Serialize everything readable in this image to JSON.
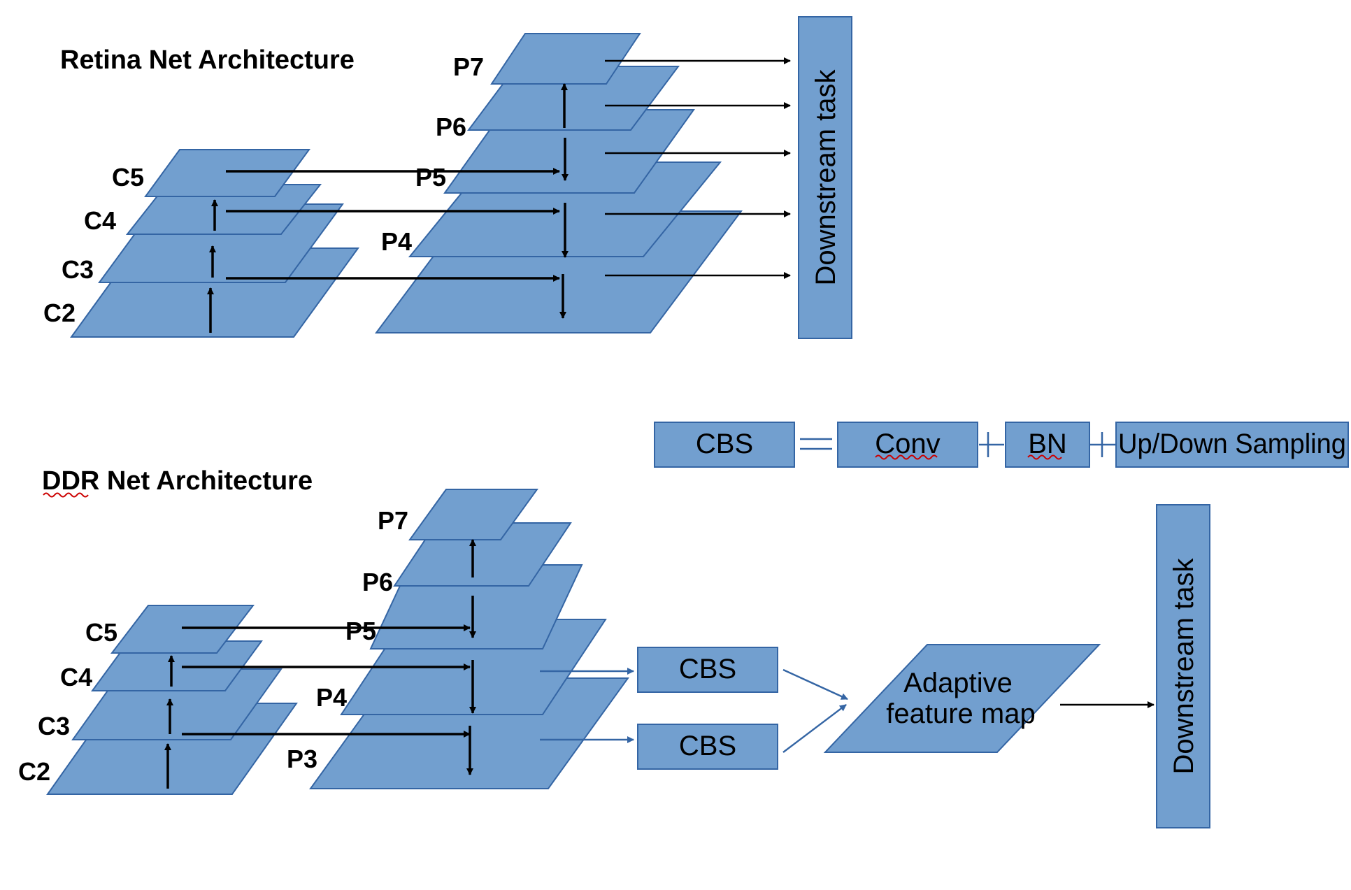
{
  "retina": {
    "title": "Retina Net Architecture",
    "c_labels": [
      "C5",
      "C4",
      "C3",
      "C2"
    ],
    "p_labels": [
      "P7",
      "P6",
      "P5",
      "P4"
    ],
    "downstream": "Downstream task"
  },
  "legend": {
    "cbs": "CBS",
    "equals": "=",
    "conv": "Conv",
    "plus": "+",
    "bn": "BN",
    "sampling": "Up/Down Sampling"
  },
  "ddr": {
    "title": "DDR Net Architecture",
    "c_labels": [
      "C5",
      "C4",
      "C3",
      "C2"
    ],
    "p_labels": [
      "P7",
      "P6",
      "P5",
      "P4",
      "P3"
    ],
    "cbs_top": "CBS",
    "cbs_bottom": "CBS",
    "adaptive_line1": "Adaptive",
    "adaptive_line2": "feature map",
    "downstream": "Downstream task"
  },
  "colors": {
    "fill": "#729fcf",
    "stroke": "#3465a4",
    "arrow": "#000000",
    "blue_arrow": "#3465a4"
  }
}
